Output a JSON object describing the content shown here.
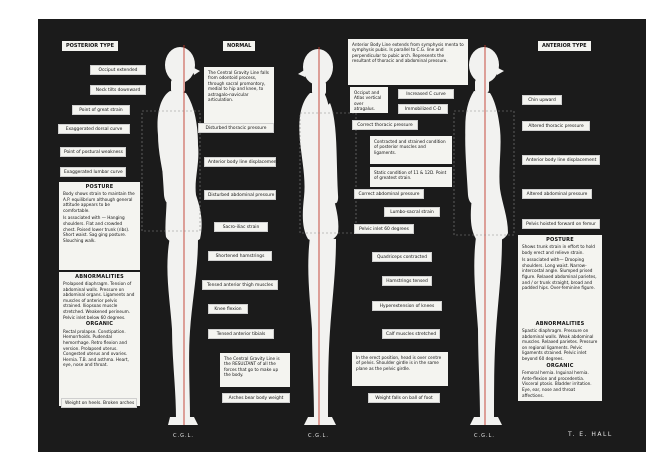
{
  "headings": {
    "posterior": "POSTERIOR TYPE",
    "normal": "NORMAL",
    "anterior": "ANTERIOR TYPE"
  },
  "posterior_labels": [
    "Occiput extended",
    "Neck tilts downward",
    "Point of great strain",
    "Exaggerated dorsal curve",
    "Point of postural weakness",
    "Exaggerated lumbar curve"
  ],
  "posterior_text": {
    "posture_title": "POSTURE",
    "posture_body": "Body shows strain to maintain the A.P. equilibrium although general attitude appears to be comfortable.",
    "associated": "Is associated with — Hanging shoulders. Flat and crowded chest. Poised lower trunk (ribs). Short waist. Sag ging posture. Slouching walk.",
    "abn_title": "ABNORMALITIES",
    "abn_body": "Prolapsed diaphragm. Tension of abdominal walls. Pressure on abdominal organs. Ligaments and muscles of anterior pelvis strained. Iliopsoas muscle stretched. Weakened perineum. Pelvic inlet below 60 degrees.",
    "org_title": "ORGANIC",
    "org_body": "Rectal prolapse. Constipation. Hemorrhoids. Pudendal hemorrhage. Retro flexion and version. Prolapsed uterus. Congested uterus and ovaries. Hernia. T.B. and asthma. Heart, eye, nose and throat.",
    "weight": "Weight on heels. Broken arches"
  },
  "normal_left_labels": [
    "Disturbed thoracic pressure",
    "Anterior body line displacement",
    "Disturbed abdominal pressure",
    "Sacro-iliac strain",
    "Shortened hamstrings",
    "Tensed anterior thigh muscles",
    "Knee flexion",
    "Tensed anterior tibials"
  ],
  "normal_text": {
    "cgl_desc": "The Central Gravity Line falls from odontoid process, through sacral promontory, medial to hip and knee, to astragalo-navicular articulation.",
    "abl_desc": "Anterior Body Line extends from symphysis menta to symphysis pubis. Is parallel to C.G. line and perpendicular to pubic arch. Represents the resultant of thoracic and abdominal pressure.",
    "cgl_resultant": "The Central Gravity Line is the RESULTANT of all the forces that go to make up the body.",
    "arches": "Arches bear body weight",
    "erect": "In the erect position, head is over centre of pelvis. Shoulder girdle is in the same plane as the pelvic girdle.",
    "weight_ball": "Weight falls on ball of foot"
  },
  "normal_right_labels": {
    "occiput_atlas": "Occiput and Atlas vertical over atragalus.",
    "increased_c": "Increased C curve",
    "immobilized": "Immobilized C-D",
    "correct_thoracic": "Correct thoracic pressure",
    "contracted": "Contracted and strained condition of posterior muscles and ligaments.",
    "static": "Static condition of 11 & 12D. Point of greatest strain.",
    "correct_abdominal": "Correct abdominal pressure",
    "lumbo": "Lumbo-sacral strain",
    "pelvic_inlet": "Pelvic inlet 60 degrees",
    "quadriceps": "Quadriceps contracted",
    "hamstrings_tensed": "Hamstrings tensed",
    "hyperextension": "Hyperextension of knees",
    "calf": "Calf muscles stretched"
  },
  "anterior_labels": [
    "Chin upward",
    "Altered thoracic pressure",
    "Anterior body line displacement",
    "Altered abdominal pressure",
    "Pelvis hoisted forward on femur"
  ],
  "anterior_text": {
    "posture_title": "POSTURE",
    "posture_body": "Shows trunk strain in effort to hold body erect and relieve strain.",
    "associated": "Is associated with— Drooping shoulders. Long waist. Narrow-intercostal angle. Slumped prised figure. Relaxed abdominal parietes, and / or trunk straight, broad and padded hips. Over-feminine figure.",
    "abn_title": "ABNORMALITIES",
    "abn_body": "Spastic diaphragm. Pressure on abdominal walls. Weak abdominal muscles. Relaxed parietes. Pressure on regional ligaments. Pelvic ligaments strained. Pelvic inlet beyond 60 degrees.",
    "org_title": "ORGANIC",
    "org_body": "Femoral hernia. Inguinal hernia. Ante-flexion and procedentia. Visceral ptosis. Bladder irritation. Eye, ear, nose and throat affections."
  },
  "cgl_label": "C.G.L.",
  "author": "T. E. HALL",
  "colors": {
    "background": "#1b1b1b",
    "panel": "#f4f4f0",
    "figure": "#f2f2f0",
    "gravity_line": "#c0392b"
  }
}
